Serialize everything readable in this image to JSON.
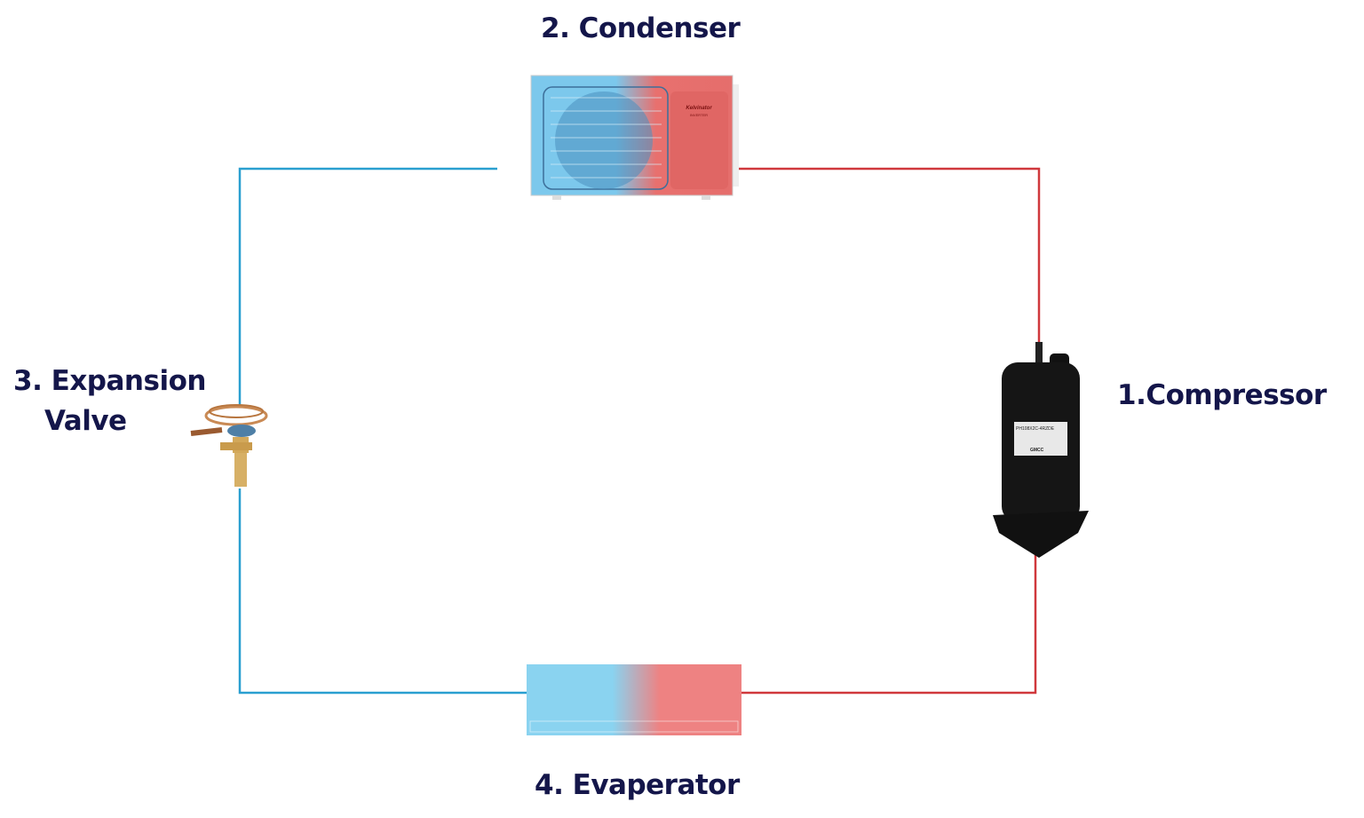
{
  "labels": {
    "compressor": "1.Compressor",
    "condenser": "2. Condenser",
    "expansion_line1": "3. Expansion",
    "expansion_line2": "Valve",
    "evaporator": "4. Evaperator"
  },
  "condenser_unit": {
    "brand": "Kelvinator",
    "sub": "INVERTER"
  },
  "compressor_unit": {
    "model": "PH108X2C-4RZDE",
    "brand": "GMCC"
  },
  "colors": {
    "hot": "#d0383c",
    "cold": "#2a9fd0",
    "label": "#14164a"
  }
}
